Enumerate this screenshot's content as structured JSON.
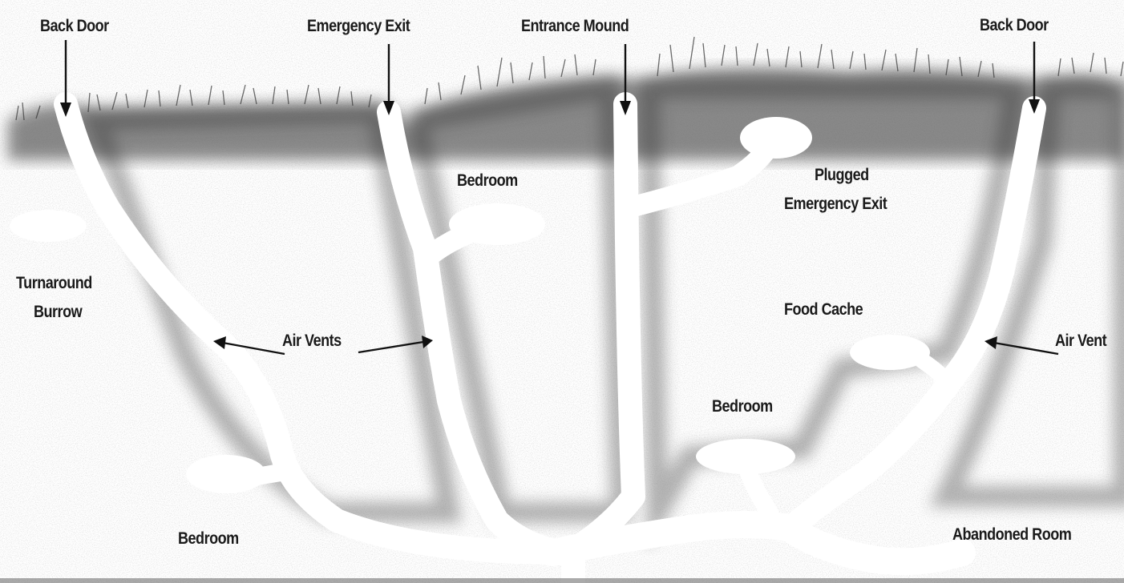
{
  "diagram": {
    "labels": {
      "back_door_left": "Back Door",
      "emergency_exit": "Emergency Exit",
      "entrance_mound": "Entrance Mound",
      "back_door_right": "Back Door",
      "bedroom_upper": "Bedroom",
      "plugged_exit_line1": "Plugged",
      "plugged_exit_line2": "Emergency Exit",
      "turnaround_line1": "Turnaround",
      "turnaround_line2": "Burrow",
      "air_vents": "Air Vents",
      "food_cache": "Food Cache",
      "air_vent_right": "Air Vent",
      "bedroom_middle": "Bedroom",
      "bedroom_lower_left": "Bedroom",
      "abandoned_room": "Abandoned Room"
    },
    "colors": {
      "soil": "#2a2a2a",
      "tunnel": "#ffffff",
      "grass": "#3a3a3a",
      "text": "#1a1a1a"
    }
  }
}
